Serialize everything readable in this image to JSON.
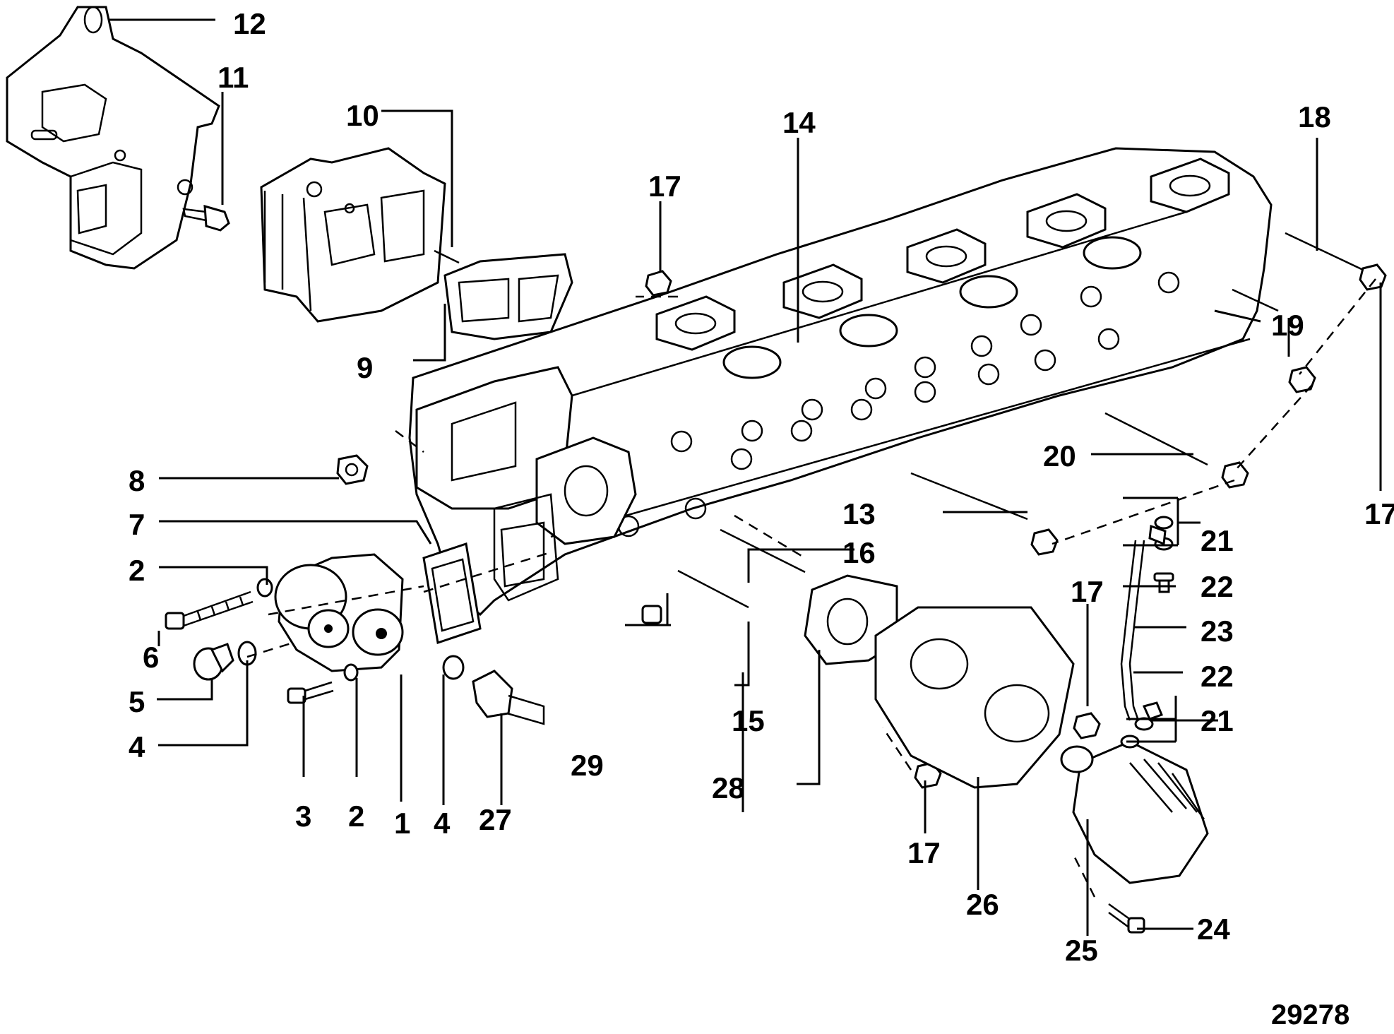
{
  "figure_number": "29278",
  "callouts": {
    "c1": "1",
    "c2a": "2",
    "c2b": "2",
    "c3": "3",
    "c4a": "4",
    "c4b": "4",
    "c5": "5",
    "c6": "6",
    "c7": "7",
    "c8": "8",
    "c9": "9",
    "c10": "10",
    "c11": "11",
    "c12": "12",
    "c13": "13",
    "c14": "14",
    "c15": "15",
    "c16": "16",
    "c17a": "17",
    "c17b": "17",
    "c17c": "17",
    "c17d": "17",
    "c18": "18",
    "c19": "19",
    "c20": "20",
    "c21a": "21",
    "c21b": "21",
    "c22a": "22",
    "c22b": "22",
    "c23": "23",
    "c24": "24",
    "c25": "25",
    "c26": "26",
    "c27": "27",
    "c28": "28",
    "c29": "29"
  }
}
